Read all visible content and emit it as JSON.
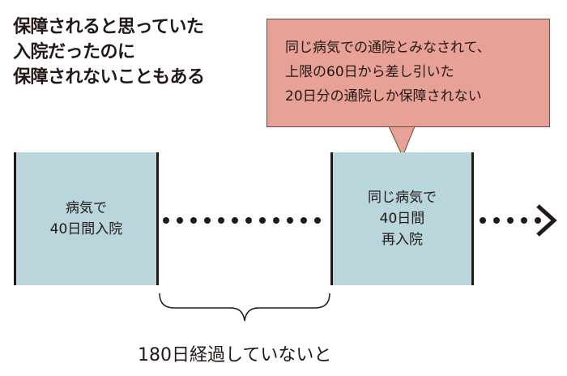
{
  "title_lines": [
    "保障されると思っていた",
    "入院だったのに",
    "保障されないこともある"
  ],
  "bubble_lines": [
    "同じ病気での通院とみなされて、",
    "上限の60日から差し引いた",
    "20日分の通院しか保障されない"
  ],
  "first_stay_lines": [
    "病気で",
    "40日間入院"
  ],
  "second_stay_lines": [
    "同じ病気で",
    "40日間",
    "再入院"
  ],
  "interval_label": "180日経過していないと",
  "colors": {
    "bubble": "#e8a196",
    "box": "#b9d6dd",
    "ink": "#231815"
  }
}
